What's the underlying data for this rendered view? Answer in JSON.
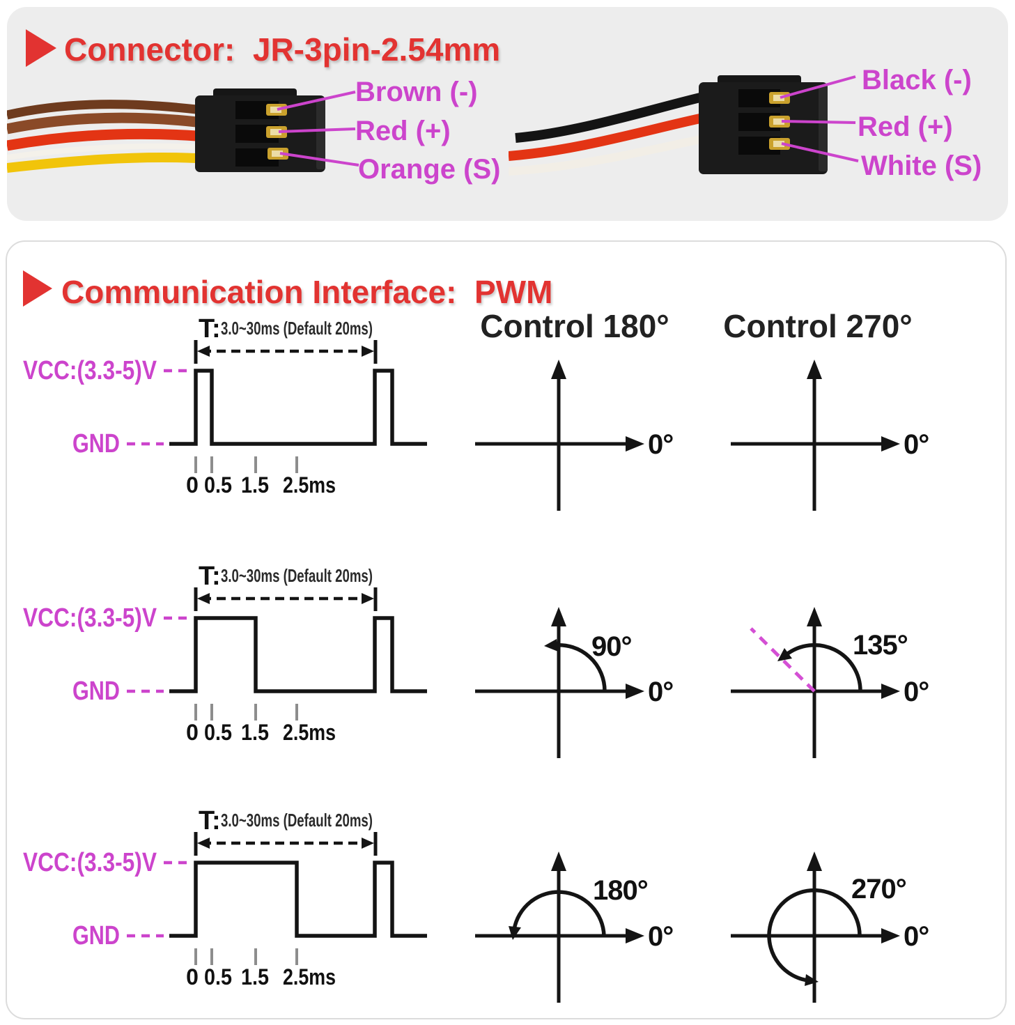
{
  "colors": {
    "accent_red": "#e23331",
    "magenta": "#cc44cc",
    "panel_gray": "#ededed",
    "panel_border": "#dcdcdc",
    "diagram_line": "#141414"
  },
  "connector_panel": {
    "title": "Connector:  JR-3pin-2.54mm",
    "left_connector": {
      "labels": [
        "Brown (-)",
        "Red (+)",
        "Orange (S)"
      ],
      "wire_colors": [
        "#8a4a28",
        "#e33414",
        "#f1c40b"
      ]
    },
    "right_connector": {
      "labels": [
        "Black (-)",
        "Red (+)",
        "White (S)"
      ],
      "wire_colors": [
        "#141414",
        "#e33414",
        "#f2eee6"
      ]
    }
  },
  "pwm_panel": {
    "title": "Communication Interface:  PWM",
    "column_headers": [
      "Control 180°",
      "Control 270°"
    ],
    "timing_template": {
      "t_label": "T:",
      "t_range": "3.0~30ms (Default 20ms)",
      "vcc_label": "VCC:(3.3-5)V",
      "gnd_label": "GND",
      "tick_labels": [
        "0",
        "0.5",
        "1.5",
        "2.5ms"
      ]
    },
    "zero_label": "0°",
    "rows": [
      {
        "pulse_ms": 0.5,
        "control_180": "0°",
        "control_270": "0°"
      },
      {
        "pulse_ms": 1.5,
        "control_180": "90°",
        "control_270": "135°"
      },
      {
        "pulse_ms": 2.5,
        "control_180": "180°",
        "control_270": "270°"
      }
    ]
  }
}
